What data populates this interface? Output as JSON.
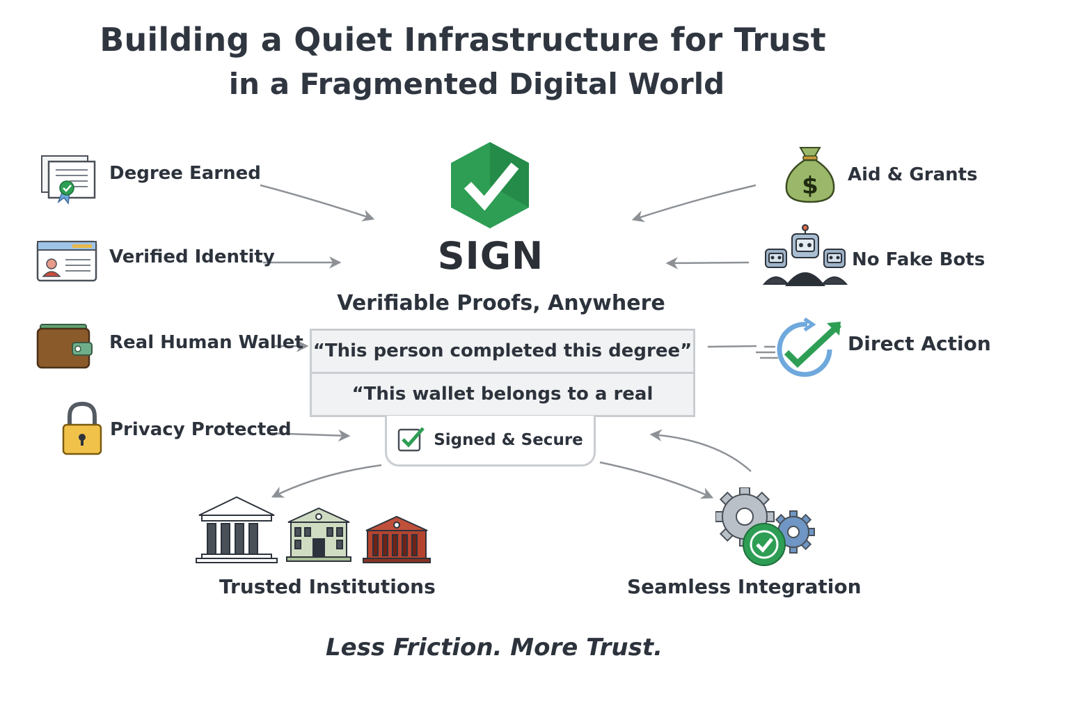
{
  "header": {
    "title": "Building a Quiet Infrastructure for Trust",
    "subtitle": "in a Fragmented Digital World"
  },
  "center": {
    "brand": "SIGN",
    "tagline": "Verifiable Proofs, Anywhere",
    "claims": [
      "“This person completed this degree”",
      "“This wallet belongs to a real human.”"
    ],
    "badge": "Signed & Secure"
  },
  "left_items": [
    {
      "label": "Degree Earned",
      "icon": "diploma-icon"
    },
    {
      "label": "Verified Identity",
      "icon": "id-card-icon"
    },
    {
      "label": "Real Human Wallet",
      "icon": "wallet-icon"
    },
    {
      "label": "Privacy Protected",
      "icon": "padlock-icon"
    }
  ],
  "right_items": [
    {
      "label": "Aid & Grants",
      "icon": "money-bag-icon"
    },
    {
      "label": "No Fake Bots",
      "icon": "robots-icon"
    },
    {
      "label": "Direct Action",
      "icon": "action-check-icon"
    }
  ],
  "bottom_items": [
    {
      "label": "Trusted Institutions",
      "icon": "institutions-icon"
    },
    {
      "label": "Seamless Integration",
      "icon": "gears-icon"
    }
  ],
  "footer": {
    "tagline": "Less Friction. More Trust."
  },
  "colors": {
    "brand_green": "#2e9e55",
    "text_dark": "#2d333c",
    "arrow_gray": "#8d9196",
    "box_border": "#c9cdd1",
    "box_fill": "#f1f2f3"
  }
}
